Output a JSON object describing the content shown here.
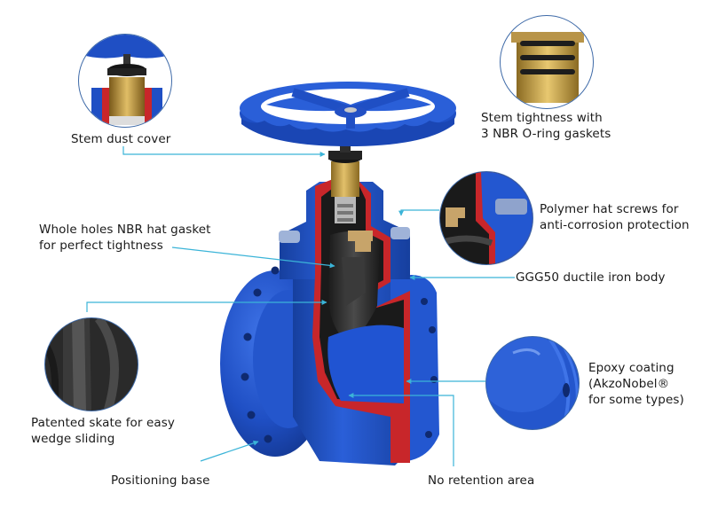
{
  "diagram": {
    "subject": "Resilient seated gate valve cutaway",
    "colors": {
      "body_blue": "#1f4fc4",
      "body_blue_light": "#3b6ee0",
      "body_blue_dark": "#143a94",
      "cut_red": "#c8262a",
      "wedge_black": "#2a2a2a",
      "brass": "#c9a24a",
      "leader_line": "#3bb4d8",
      "inset_border": "#3e6aa8"
    },
    "callouts": [
      {
        "id": "stem-dust-cover",
        "lines": [
          "Stem dust cover"
        ]
      },
      {
        "id": "stem-tightness",
        "lines": [
          "Stem tightness with",
          "3 NBR O-ring gaskets"
        ]
      },
      {
        "id": "hat-gasket",
        "lines": [
          "Whole holes NBR hat gasket",
          "for perfect tightness"
        ]
      },
      {
        "id": "polymer-screws",
        "lines": [
          "Polymer hat screws for",
          "anti-corrosion protection"
        ]
      },
      {
        "id": "ductile-iron-body",
        "lines": [
          "GGG50 ductile iron body"
        ]
      },
      {
        "id": "patented-skate",
        "lines": [
          "Patented skate for easy",
          "wedge sliding"
        ]
      },
      {
        "id": "epoxy-coating",
        "lines": [
          "Epoxy coating",
          "(AkzoNobel®",
          "for some types)"
        ]
      },
      {
        "id": "positioning-base",
        "lines": [
          "Positioning base"
        ]
      },
      {
        "id": "no-retention",
        "lines": [
          "No retention area"
        ]
      }
    ]
  }
}
